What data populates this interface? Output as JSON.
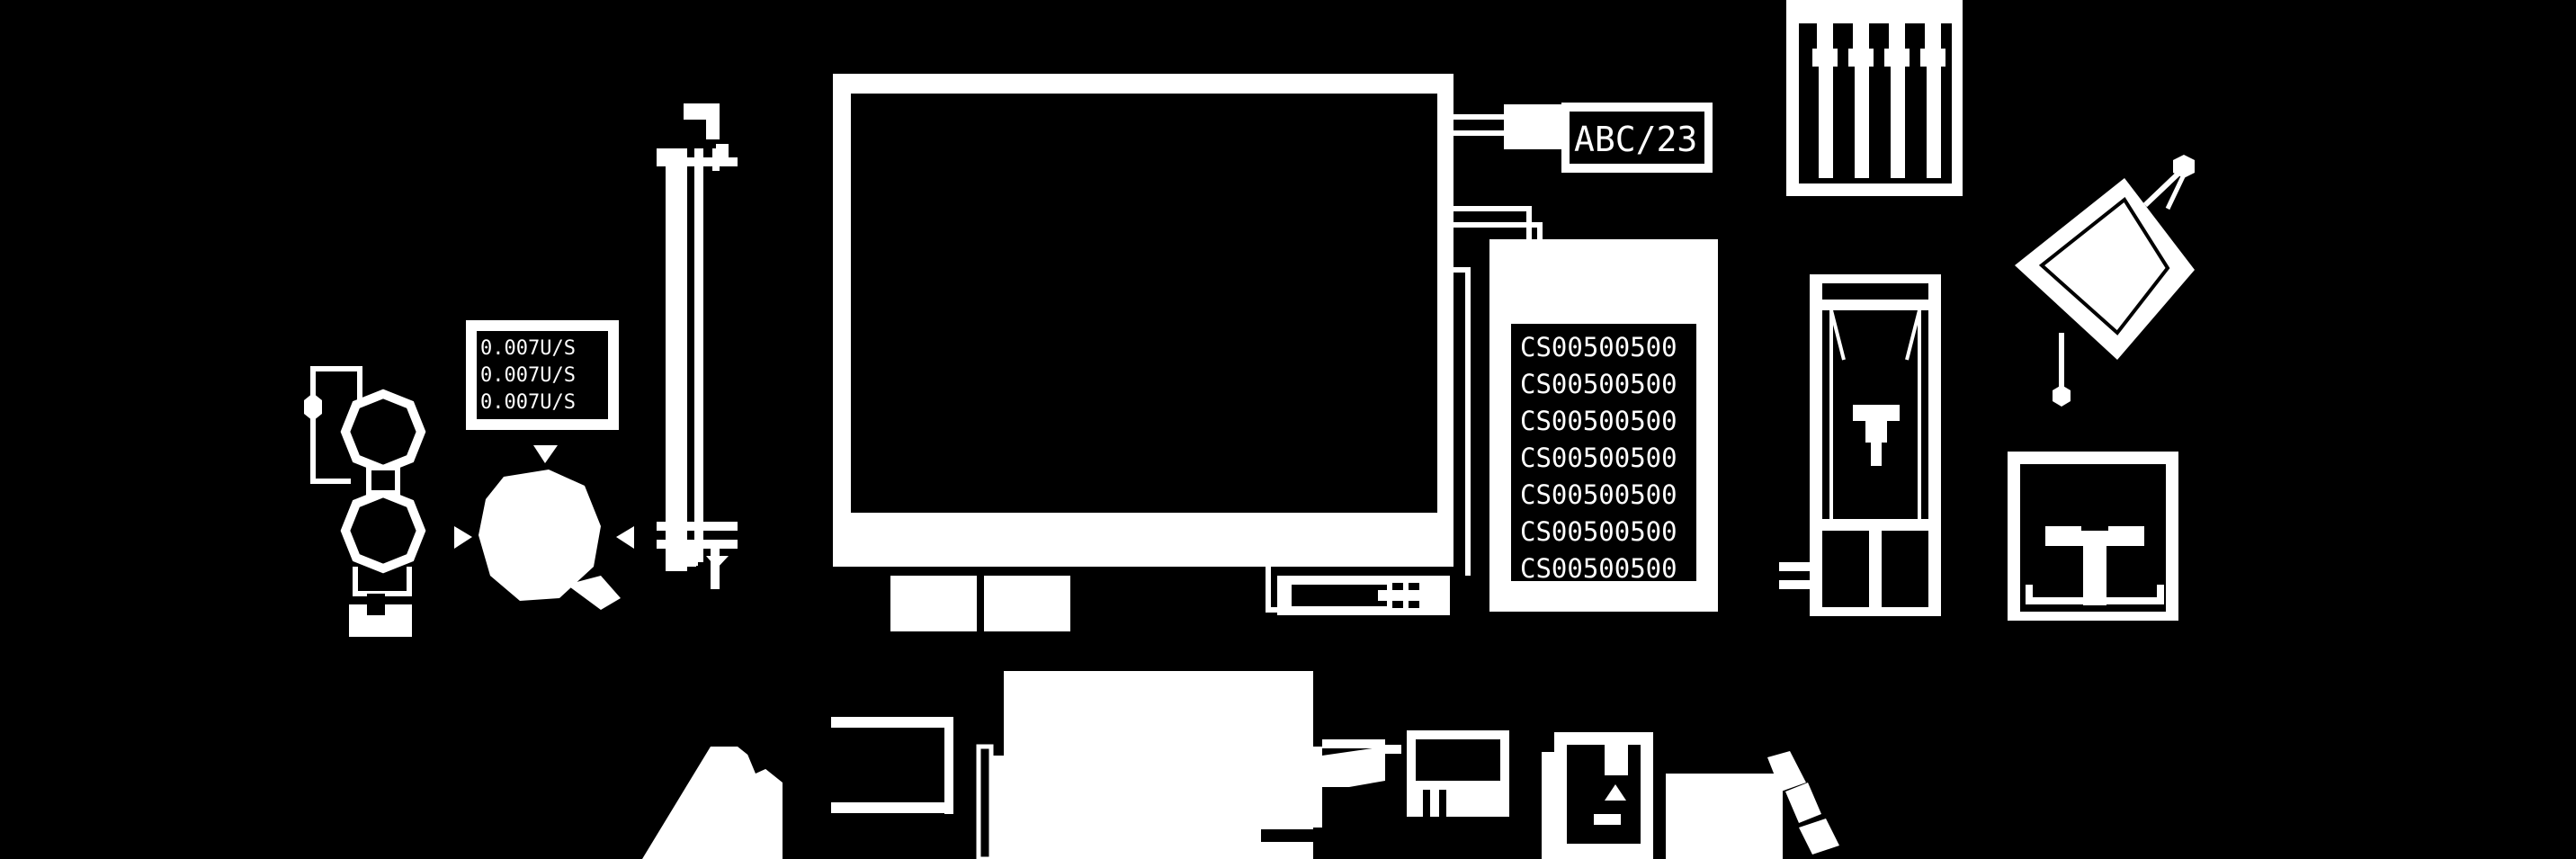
{
  "theme": {
    "background": "#000000",
    "foreground": "#ffffff"
  },
  "readout_panel": {
    "lines": [
      "0.007U/S",
      "0.007U/S",
      "0.007U/S"
    ]
  },
  "tag_display": {
    "text": "ABC/23"
  },
  "code_panel": {
    "rows": [
      "CS00500500",
      "CS00500500",
      "CS00500500",
      "CS00500500",
      "CS00500500",
      "CS00500500",
      "CS00500500"
    ]
  },
  "icons": {
    "pump": "pump-icon",
    "dial": "rotary-dial-icon",
    "column": "chromatography-column-icon",
    "monitor": "monitor-icon",
    "vials": "vial-rack-icon",
    "cabinet": "cabinet-icon",
    "probe": "probe-icon",
    "container": "container-icon",
    "pipette": "pipette-icon",
    "box": "box-icon",
    "small_monitor": "small-monitor-icon",
    "injector": "injector-icon",
    "robot_arm": "robot-arm-icon",
    "diamond_module": "diamond-module-icon"
  }
}
